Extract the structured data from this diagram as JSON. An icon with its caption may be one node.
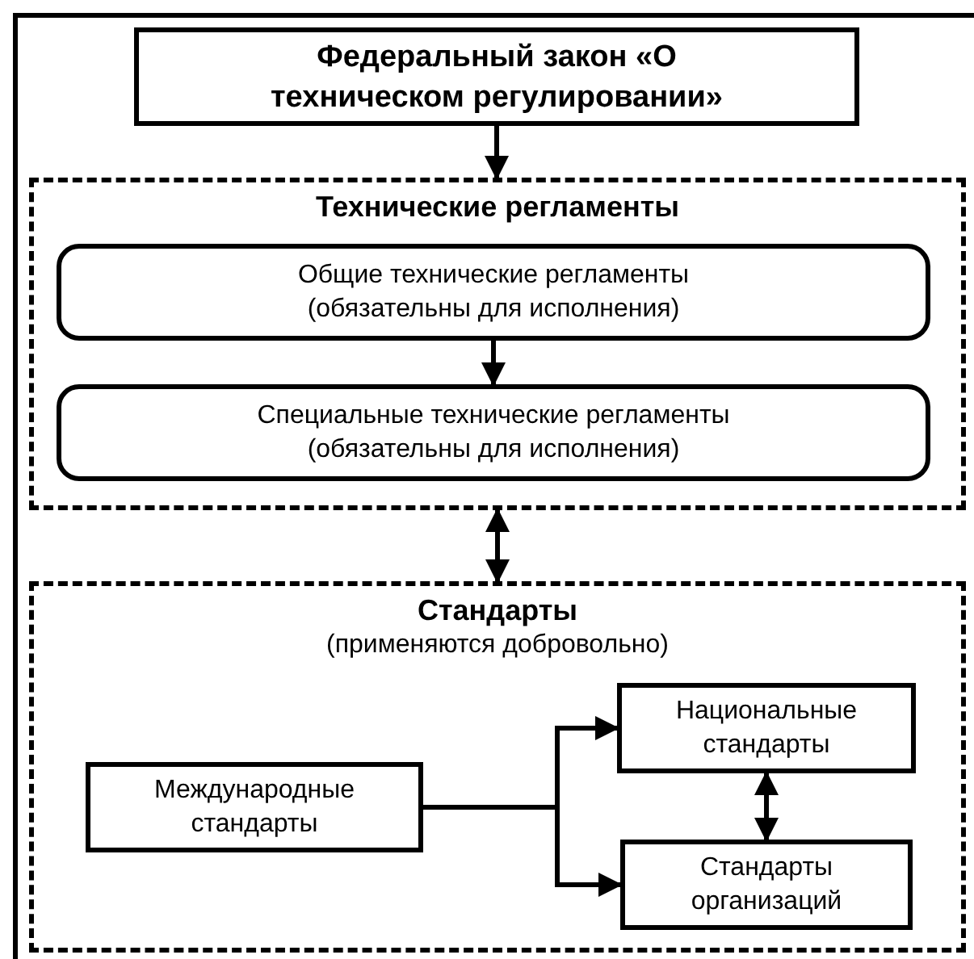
{
  "diagram": {
    "nodes": [
      {
        "text": [
          "Федеральный закон «О техническом регулировании»"
        ]
      },
      {
        "text": [
          "Технические регламенты"
        ]
      },
      {
        "text": [
          "Общие технические регламенты (обязательны для исполнения)"
        ],
        "in": 1
      },
      {
        "text": [
          "Специальные технические регламенты (обязательны для исполнения)"
        ],
        "in": 1
      },
      {
        "text": [
          "Стандарты",
          "(применяются добровольно)"
        ]
      },
      {
        "text": [
          "Международные стандарты"
        ],
        "in": 4
      },
      {
        "text": [
          "Национальные стандарты"
        ],
        "in": 4
      },
      {
        "text": [
          "Стандарты организаций"
        ],
        "in": 4
      }
    ],
    "edges": [
      {
        "from": 0,
        "to": 1,
        "arrow": "to"
      },
      {
        "from": 2,
        "to": 3,
        "arrow": "to"
      },
      {
        "from": 1,
        "to": 4,
        "arrow": "both"
      },
      {
        "from": 5,
        "to": 6,
        "arrow": "to"
      },
      {
        "from": 5,
        "to": 7,
        "arrow": "to"
      },
      {
        "from": 6,
        "to": 7,
        "arrow": "both"
      }
    ]
  }
}
